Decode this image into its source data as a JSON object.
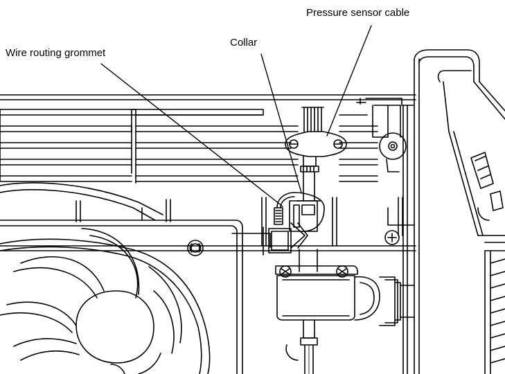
{
  "callouts": {
    "pressure_sensor_cable": "Pressure sensor cable",
    "collar": "Collar",
    "wire_routing_grommet": "Wire routing grommet"
  },
  "colors": {
    "line": "#000000",
    "background": "#ffffff"
  }
}
